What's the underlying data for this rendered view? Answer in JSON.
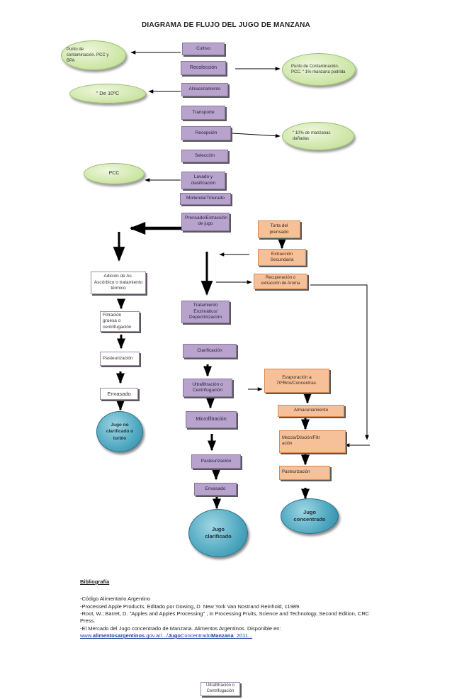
{
  "title": "DIAGRAMA DE FLUJO DEL JUGO DE MANZANA",
  "main_flow": {
    "cultivo": "Cultivo",
    "recoleccion": "Recolección",
    "almacenamiento": "Almacenamiento",
    "transporte": "Transporte",
    "recepcion": "Recepción",
    "seleccion": "Selección",
    "lavado": "Lavado y clasificación",
    "molienda": "Molienda/Triturado",
    "prensado": "Prensado/Extracción de jugo",
    "tratamiento": "Tratamiento Enzimático/ Depectinización",
    "clarificacion": "Clarificación",
    "ultrafiltracion": "Ultrafiltración o Centrifugación",
    "microfiltracion": "Microfiltración",
    "pasteurizacion": "Pasteurización",
    "envasado": "Envasado",
    "jugo_clarificado": "Jugo clarificado"
  },
  "left_flow": {
    "adicion": "Adición de Ac. Ascórbico o tratamiento térmico",
    "filtracion": "Filtración gruesa o centrifugación",
    "pasteurizacion": "Pasteurización",
    "envasado": "Envasado",
    "jugo_turbio": "Jugo no clarificado o turbio"
  },
  "right_flow": {
    "torta": "Torta del prensado",
    "extraccion_secundaria": "Extracción Secundaria",
    "recuperacion_aroma": "Recuperación o extracción de Aroma",
    "evaporacion": "Evaporación a 70ºBrix/Concentrac.",
    "almacenamiento": "Almacenamiento",
    "mezcla": "Mezcla/Dilución/Filtración",
    "pasteurizacion": "Pasteurización",
    "jugo_concentrado": "Jugo concentrado"
  },
  "notes": {
    "contaminacion_cultivo": "Punto de contaminación. PCC y BPA",
    "contaminacion_recoleccion": "Punto de Contaminación. PCC. \" 1% manzana podrida",
    "temperatura": "\" De 10ºC",
    "manzanas_danadas": "\" 10% de manzanas dañadas",
    "pcc": "PCC"
  },
  "footer_box": "Ultrafiltración o Centrifugación",
  "bibliografia": {
    "heading": "Bibliografía",
    "entries": [
      "-Código Alimentario Argentino",
      "-Processed Apple Products. Editado por Dowing, D. New York Van Nostrand Reinhold, c1989.",
      "-Root, W.; Barret, D. \"Apples and Apples Processing\" , in Processing Fruits, Science and Technology, Second Edition, CRC Press.",
      "-El Mercado del Jugo concentrado de Manzana. Alimentos Argentinos. Disponible en:"
    ],
    "link_parts": [
      "www.",
      "alimentosargentinos",
      ".gov.ar/.../",
      "Jugo",
      "Concentrado",
      "Manzana",
      "_2011..."
    ]
  },
  "colors": {
    "process_box": "#b7a3cb",
    "byproduct_box": "#f6c099",
    "note_oval": "#c9e3a0",
    "product_circle": "#4fa8c0"
  }
}
